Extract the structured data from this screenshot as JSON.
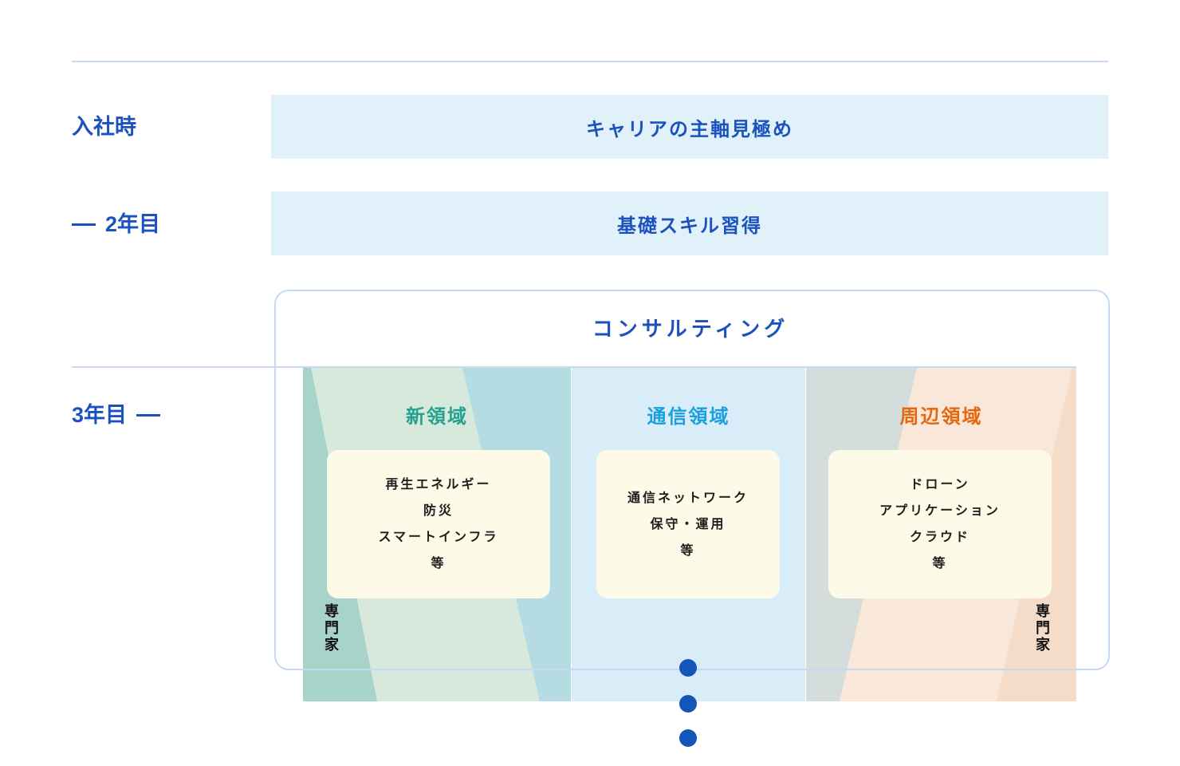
{
  "colors": {
    "accent_blue": "#1b52bd",
    "phase_bar_bg": "#e1f1fa",
    "rule_line": "#c9daf0",
    "container_border": "#c7d8f2",
    "card_bg": "#fdfae8",
    "dot_blue": "#1355b8",
    "col_new_base": "#b6dce3",
    "col_new_band": "#d7e8dd",
    "col_new_edge": "#a8d3c9",
    "col_new_title": "#23a28d",
    "col_telecom_bg": "#d9edf8",
    "col_telecom_title": "#1a9fe0",
    "col_peripheral_gray": "#d4dcdc",
    "col_peripheral_band": "#f9e7d9",
    "col_peripheral_base": "#f5dcc9",
    "col_peripheral_title": "#e4670f"
  },
  "timeline": {
    "row1_label": "入社時",
    "row1_bar": "キャリアの主軸見極め",
    "row2_label": "2年目",
    "row2_bar": "基礎スキル習得",
    "row3_label": "3年目"
  },
  "consulting": {
    "title": "コンサルティング",
    "columns": [
      {
        "title": "新領域",
        "items": [
          "再生エネルギー",
          "防災",
          "スマートインフラ",
          "等"
        ],
        "side_label": "専門家"
      },
      {
        "title": "通信領域",
        "items": [
          "通信ネットワーク",
          "保守・運用",
          "等"
        ]
      },
      {
        "title": "周辺領域",
        "items": [
          "ドローン",
          "アプリケーション",
          "クラウド",
          "等"
        ],
        "side_label": "専門家"
      }
    ]
  },
  "ellipsis": {
    "icon": "vertical-ellipsis-dots",
    "count": 3
  }
}
